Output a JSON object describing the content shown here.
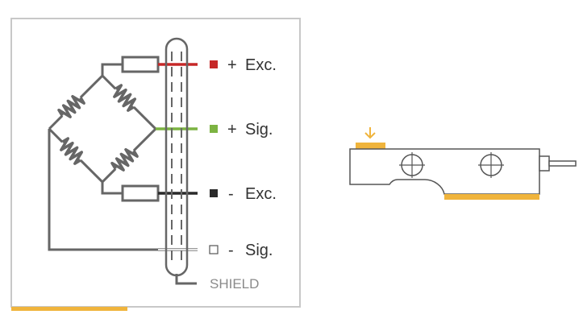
{
  "wiring": {
    "terminals": [
      {
        "sign": "+",
        "name": "Exc.",
        "marker": "filled",
        "color": "#c62828"
      },
      {
        "sign": "+",
        "name": "Sig.",
        "marker": "filled",
        "color": "#7cb342"
      },
      {
        "sign": "-",
        "name": "Exc.",
        "marker": "filled",
        "color": "#2a2a2a"
      },
      {
        "sign": "-",
        "name": "Sig.",
        "marker": "hollow",
        "color": "#ffffff"
      }
    ],
    "shield_label": "SHIELD"
  },
  "colors": {
    "frame": "#c8c8c8",
    "wire": "#666666",
    "accent": "#f0b43c",
    "load_cell_outline": "#555555"
  },
  "icons": {
    "load_arrow": "down-arrow-icon",
    "mounting_holes": "crosshair-circle-icon"
  }
}
